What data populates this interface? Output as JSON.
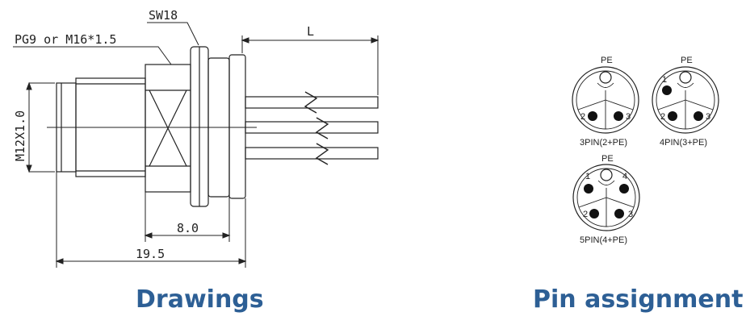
{
  "drawing": {
    "label_sw": "SW18",
    "label_thread": "PG9 or M16*1.5",
    "label_length": "L",
    "label_m12": "M12X1.0",
    "dim_8": "8.0",
    "dim_19": "19.5"
  },
  "pins": {
    "pe_label": "PE",
    "layouts": [
      {
        "name": "3PIN(2+PE)",
        "pins": [
          "2",
          "3"
        ]
      },
      {
        "name": "4PIN(3+PE)",
        "pins": [
          "1",
          "2",
          "3"
        ]
      },
      {
        "name": "5PIN(4+PE)",
        "pins": [
          "1",
          "4",
          "2",
          "3"
        ]
      }
    ]
  },
  "captions": {
    "drawings": "Drawings",
    "pin_assignment": "Pin assignment"
  },
  "colors": {
    "caption": "#2d5f95",
    "line": "#222222"
  }
}
